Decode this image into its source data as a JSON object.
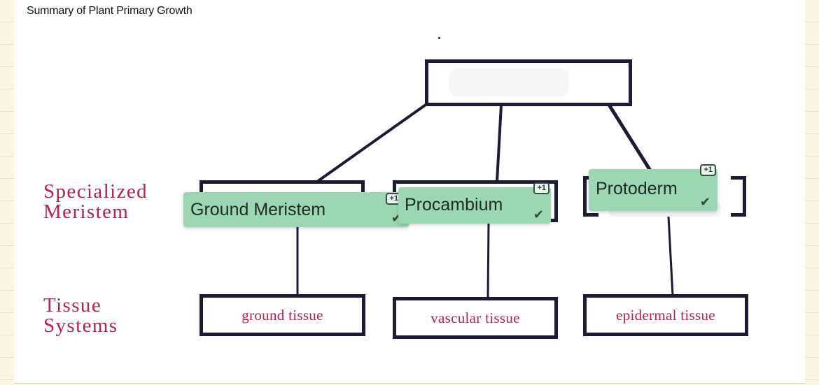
{
  "title": "Summary of Plant Primary Growth",
  "row_labels": {
    "specialized_meristem": [
      "Specialized",
      "Meristem"
    ],
    "tissue_systems": [
      "Tissue",
      "Systems"
    ]
  },
  "answers": [
    {
      "text": "Ground Meristem",
      "badge": "+1",
      "check": "✔"
    },
    {
      "text": "Procambium",
      "badge": "+1",
      "check": "✔"
    },
    {
      "text": "Protoderm",
      "badge": "+1",
      "check": "✔"
    }
  ],
  "tissue_systems": [
    "ground tissue",
    "vascular tissue",
    "epidermal tissue"
  ],
  "colors": {
    "box_border": "#1c1b36",
    "label_text": "#b4234b",
    "chip_bg": "#9bd7b3"
  }
}
